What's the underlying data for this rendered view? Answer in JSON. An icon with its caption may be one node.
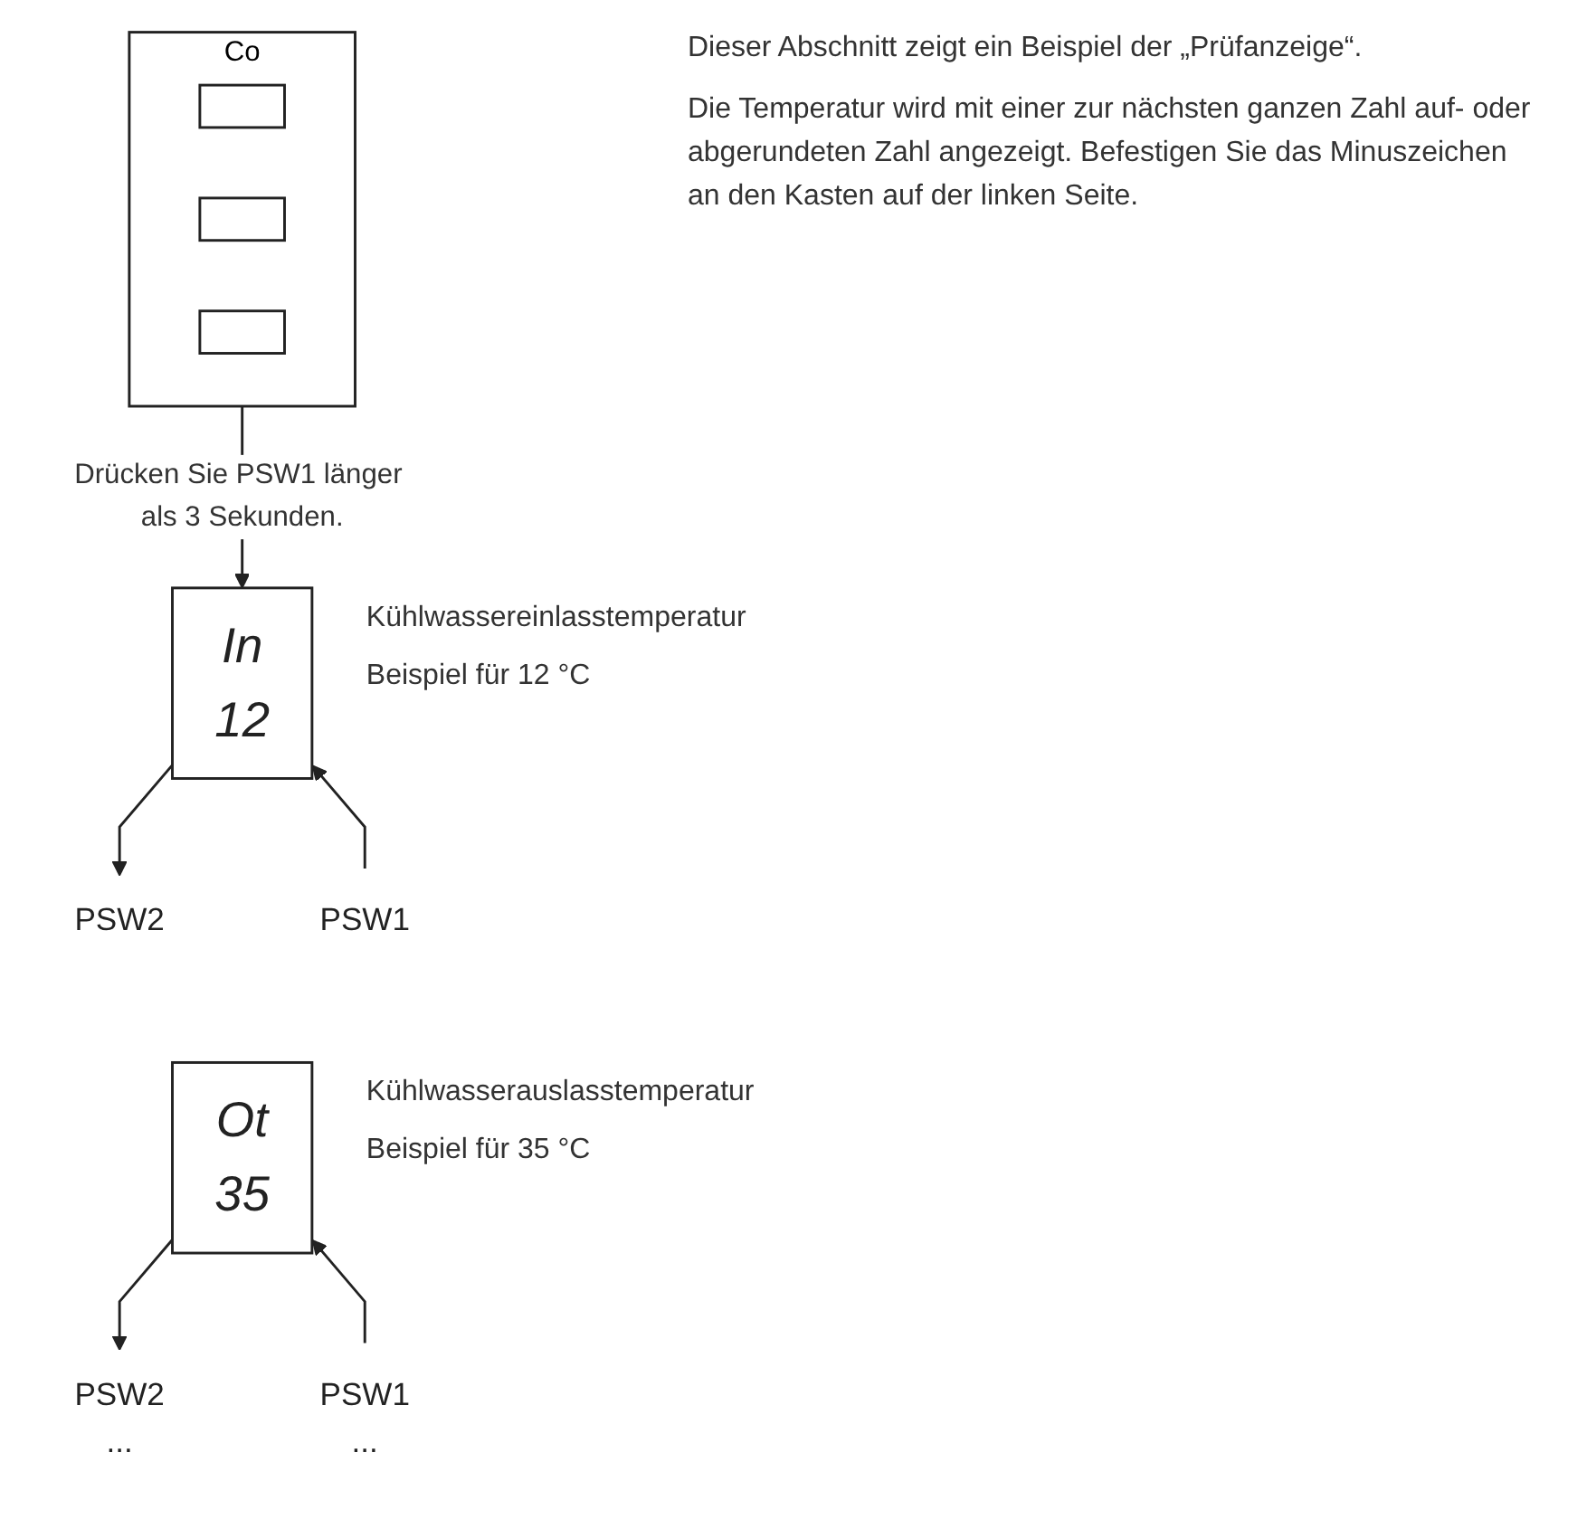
{
  "diagram": {
    "nodes": [
      {
        "text": [
          "Co"
        ]
      },
      {
        "text": [],
        "shape": "box",
        "in": 0
      },
      {
        "text": [],
        "shape": "box",
        "in": 0
      },
      {
        "text": [],
        "shape": "box",
        "in": 0
      },
      {
        "text": [
          "In",
          "12"
        ],
        "beside": [
          "Kühlwassereinlasstemperatur",
          "Beispiel für 12 °C"
        ]
      },
      {
        "text": [
          "PSW2"
        ]
      },
      {
        "text": [
          "PSW1"
        ]
      },
      {
        "text": [
          "Ot",
          "35"
        ],
        "beside": [
          "Kühlwasserauslasstemperatur",
          "Beispiel für 35 °C"
        ]
      },
      {
        "text": [
          "PSW2",
          "..."
        ]
      },
      {
        "text": [
          "PSW1",
          "..."
        ]
      }
    ],
    "edges": [
      {
        "from": 0,
        "to": 4,
        "arrow": "to",
        "label": "Drücken Sie PSW1 länger als 3 Sekunden."
      },
      {
        "from": 4,
        "to": 5,
        "arrow": "to"
      },
      {
        "from": 6,
        "to": 4,
        "arrow": "to"
      },
      {
        "from": 7,
        "to": 8,
        "arrow": "to"
      },
      {
        "from": 9,
        "to": 7,
        "arrow": "to"
      }
    ],
    "labels": [
      "Dieser Abschnitt zeigt ein Beispiel der „Prüfanzeige“.",
      "Die Temperatur wird mit einer zur nächsten ganzen Zahl auf- oder abgerundeten Zahl angezeigt. Befestigen Sie das Minuszeichen an den Kasten auf der linken Seite."
    ]
  }
}
